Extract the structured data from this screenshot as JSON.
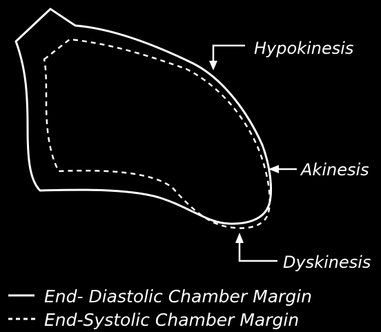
{
  "labels": {
    "hypokinesis": "Hypokinesis",
    "akinesis": "Akinesis",
    "dyskinesis": "Dyskinesis"
  },
  "legend": {
    "solid": "End- Diastolic Chamber Margin",
    "dashed": "End-Systolic Chamber Margin"
  },
  "colors": {
    "background": "#000000",
    "stroke": "#ffffff"
  }
}
